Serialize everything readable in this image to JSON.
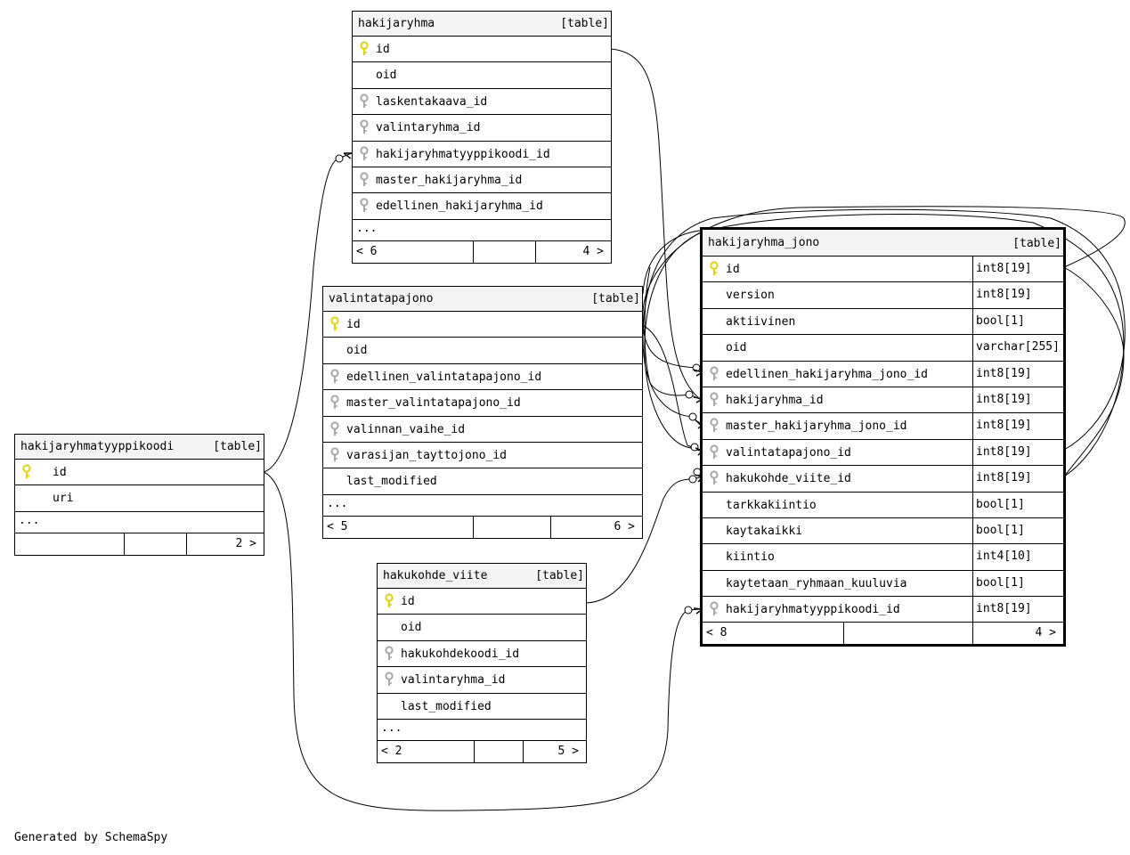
{
  "type_label": "[table]",
  "ellipsis": "...",
  "tables": {
    "hakijaryhma": {
      "name": "hakijaryhma",
      "columns": [
        {
          "name": "id",
          "key": "primary"
        },
        {
          "name": "oid",
          "key": "none"
        },
        {
          "name": "laskentakaava_id",
          "key": "foreign"
        },
        {
          "name": "valintaryhma_id",
          "key": "foreign"
        },
        {
          "name": "hakijaryhmatyyppikoodi_id",
          "key": "foreign"
        },
        {
          "name": "master_hakijaryhma_id",
          "key": "foreign"
        },
        {
          "name": "edellinen_hakijaryhma_id",
          "key": "foreign"
        }
      ],
      "footer_left": "< 6",
      "footer_right": "4 >"
    },
    "valintatapajono": {
      "name": "valintatapajono",
      "columns": [
        {
          "name": "id",
          "key": "primary"
        },
        {
          "name": "oid",
          "key": "none"
        },
        {
          "name": "edellinen_valintatapajono_id",
          "key": "foreign"
        },
        {
          "name": "master_valintatapajono_id",
          "key": "foreign"
        },
        {
          "name": "valinnan_vaihe_id",
          "key": "foreign"
        },
        {
          "name": "varasijan_tayttojono_id",
          "key": "foreign"
        },
        {
          "name": "last_modified",
          "key": "none"
        }
      ],
      "footer_left": "< 5",
      "footer_right": "6 >"
    },
    "hakijaryhmatyyppikoodi": {
      "name": "hakijaryhmatyyppikoodi",
      "columns": [
        {
          "name": "id",
          "key": "primary"
        },
        {
          "name": "uri",
          "key": "none"
        }
      ],
      "footer_left": "",
      "footer_right": "2 >"
    },
    "hakukohde_viite": {
      "name": "hakukohde_viite",
      "columns": [
        {
          "name": "id",
          "key": "primary"
        },
        {
          "name": "oid",
          "key": "none"
        },
        {
          "name": "hakukohdekoodi_id",
          "key": "foreign"
        },
        {
          "name": "valintaryhma_id",
          "key": "foreign"
        },
        {
          "name": "last_modified",
          "key": "none"
        }
      ],
      "footer_left": "< 2",
      "footer_right": "5 >"
    },
    "hakijaryhma_jono": {
      "name": "hakijaryhma_jono",
      "columns": [
        {
          "name": "id",
          "key": "primary",
          "type": "int8[19]"
        },
        {
          "name": "version",
          "key": "none",
          "type": "int8[19]"
        },
        {
          "name": "aktiivinen",
          "key": "none",
          "type": "bool[1]"
        },
        {
          "name": "oid",
          "key": "none",
          "type": "varchar[255]"
        },
        {
          "name": "edellinen_hakijaryhma_jono_id",
          "key": "foreign",
          "type": "int8[19]"
        },
        {
          "name": "hakijaryhma_id",
          "key": "foreign",
          "type": "int8[19]"
        },
        {
          "name": "master_hakijaryhma_jono_id",
          "key": "foreign",
          "type": "int8[19]"
        },
        {
          "name": "valintatapajono_id",
          "key": "foreign",
          "type": "int8[19]"
        },
        {
          "name": "hakukohde_viite_id",
          "key": "foreign",
          "type": "int8[19]"
        },
        {
          "name": "tarkkakiintio",
          "key": "none",
          "type": "bool[1]"
        },
        {
          "name": "kaytakaikki",
          "key": "none",
          "type": "bool[1]"
        },
        {
          "name": "kiintio",
          "key": "none",
          "type": "int4[10]"
        },
        {
          "name": "kaytetaan_ryhmaan_kuuluvia",
          "key": "none",
          "type": "bool[1]"
        },
        {
          "name": "hakijaryhmatyyppikoodi_id",
          "key": "foreign",
          "type": "int8[19]"
        }
      ],
      "footer_left": "< 8",
      "footer_right": "4 >"
    }
  },
  "credit": "Generated by SchemaSpy",
  "colors": {
    "primary_key": "#e6d200",
    "foreign_key": "#a8a8a8",
    "header_bg": "#f4f4f4"
  }
}
